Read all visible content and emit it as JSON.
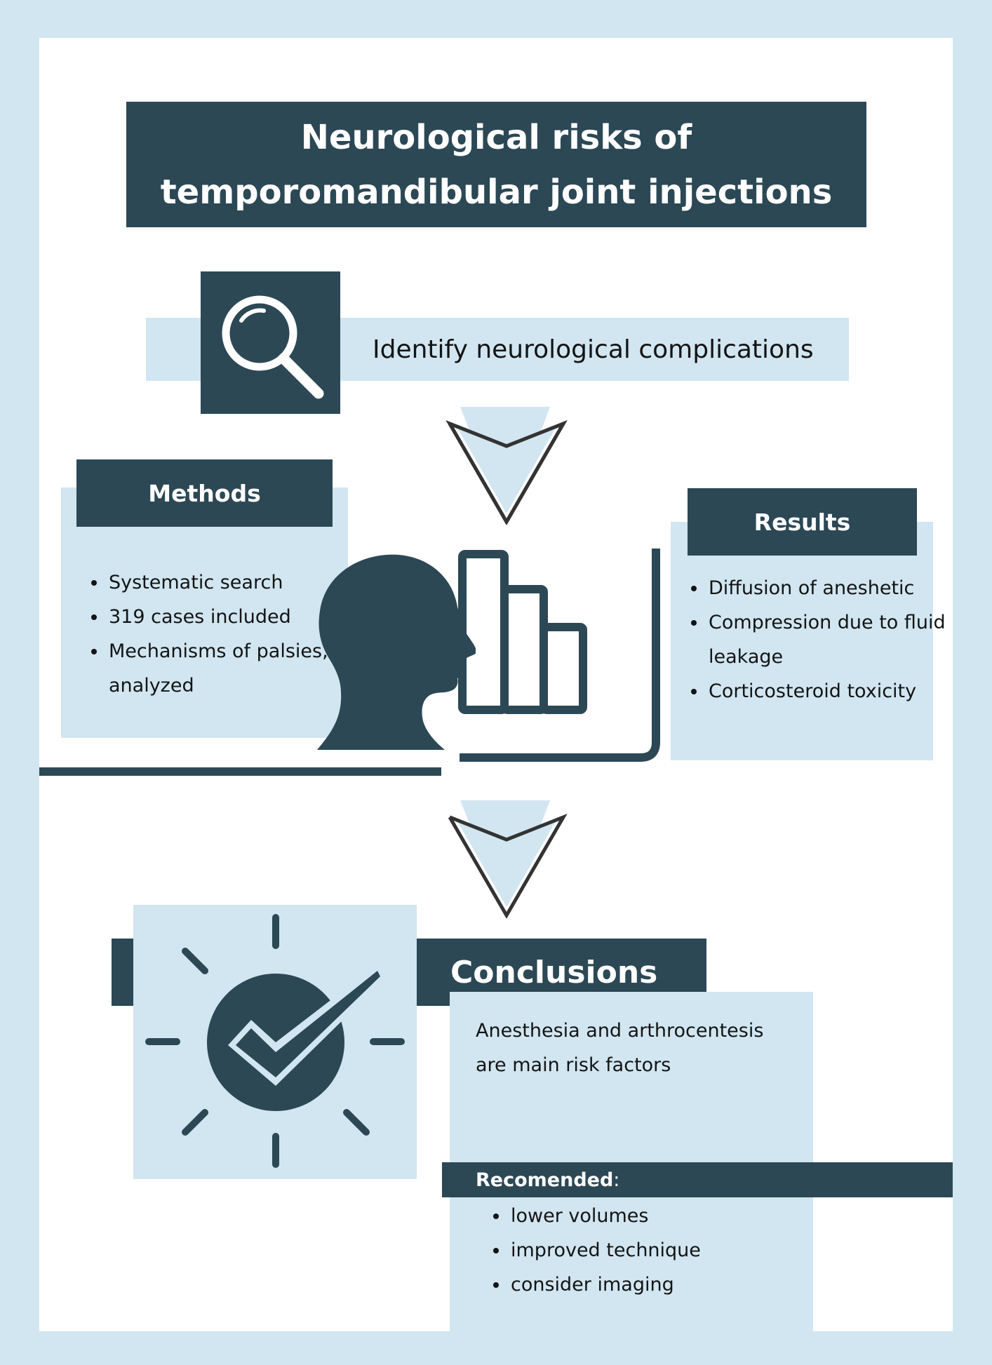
{
  "title": {
    "line1": "Neurological risks of",
    "line2": "temporomandibular joint injections"
  },
  "aim": {
    "text": "Identify neurological complications",
    "icon": "magnifier-icon"
  },
  "methods": {
    "heading": "Methods",
    "items": [
      "Systematic search",
      "319 cases included",
      "Mechanisms of palsies, etc. analyzed"
    ]
  },
  "results": {
    "heading": "Results",
    "items": [
      "Diffusion of aneshetic",
      "Compression due to fluid leakage",
      "Corticosteroid toxicity"
    ]
  },
  "conclusions": {
    "heading": "Conclusions",
    "text": "Anesthesia and arthrocentesis are main risk factors",
    "recommended_label": "Recomended",
    "recommended_suffix": ":",
    "recommended_items": [
      "lower volumes",
      "improved technique",
      "consider imaging"
    ]
  },
  "colors": {
    "outer_background": "#d1e6f1",
    "dark_accent": "#2c4855",
    "light_accent": "#d1e6f1",
    "arrow_stroke": "#333333"
  }
}
